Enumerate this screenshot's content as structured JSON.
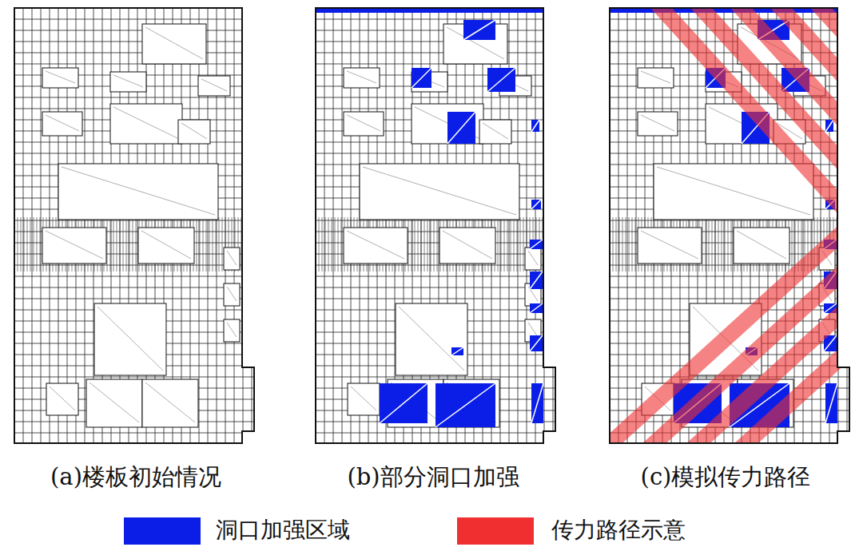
{
  "diagram": {
    "labels": [
      "(a)楼板初始情况",
      "(b)部分洞口加强",
      "(c)模拟传力路径"
    ],
    "legend": [
      {
        "text": "洞口加强区域",
        "color": "#0a1ee8"
      },
      {
        "text": "传力路径示意",
        "color": "#f03030"
      }
    ]
  }
}
